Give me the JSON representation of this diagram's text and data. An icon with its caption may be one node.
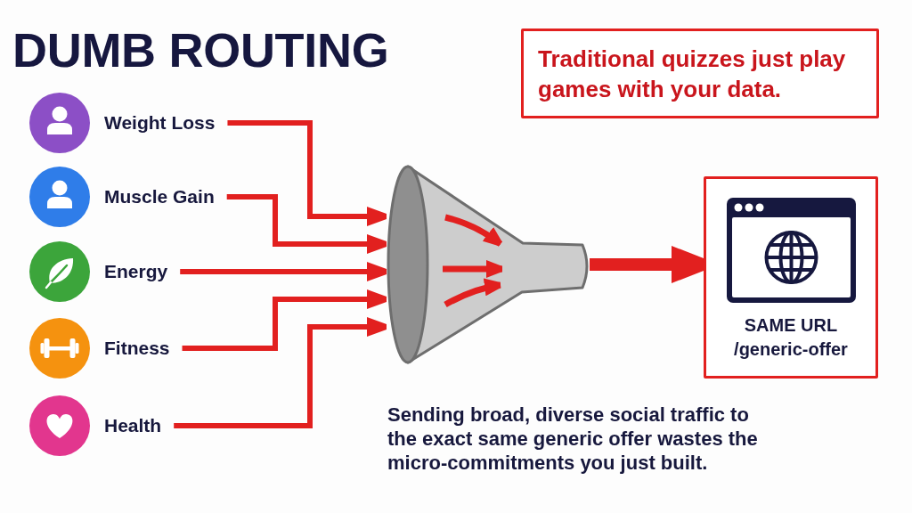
{
  "diagram": {
    "title": "DUMB ROUTING",
    "nodes": [
      {
        "text": [
          "Traditional quizzes just play games with your data."
        ]
      },
      {
        "text": [
          "Weight Loss"
        ]
      },
      {
        "text": [
          "Muscle Gain"
        ]
      },
      {
        "text": [
          "Energy"
        ]
      },
      {
        "text": [
          "Fitness"
        ]
      },
      {
        "text": [
          "Health"
        ]
      },
      {
        "text": [],
        "shape": "funnel"
      },
      {
        "text": [
          "SAME URL",
          "/generic-offer"
        ]
      }
    ],
    "edges": [
      {
        "from": 1,
        "to": 6,
        "arrow": "to"
      },
      {
        "from": 2,
        "to": 6,
        "arrow": "to"
      },
      {
        "from": 3,
        "to": 6,
        "arrow": "to"
      },
      {
        "from": 4,
        "to": 6,
        "arrow": "to"
      },
      {
        "from": 5,
        "to": 6,
        "arrow": "to"
      },
      {
        "from": 6,
        "to": 7,
        "arrow": "to",
        "style": "thick"
      }
    ],
    "labels": [
      "Sending broad, diverse social traffic to the exact same generic offer wastes the micro-commitments you just built."
    ]
  }
}
